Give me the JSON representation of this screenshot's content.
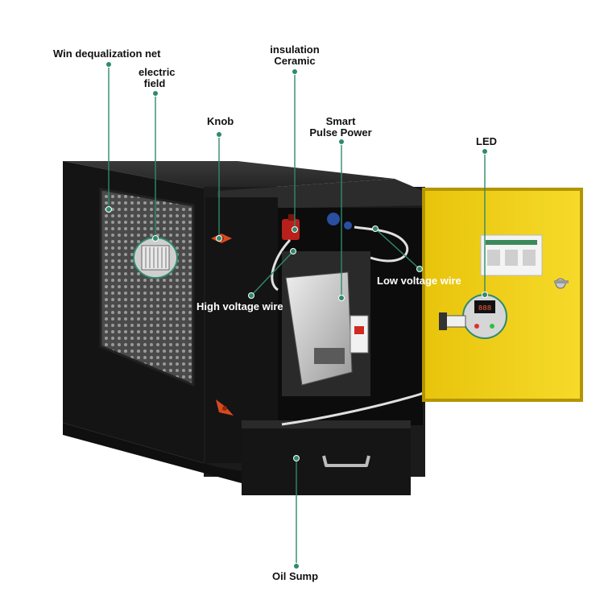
{
  "callouts": {
    "win_dequalization_net": "Win dequalization net",
    "electric_field_line1": "electric",
    "electric_field_line2": "field",
    "knob": "Knob",
    "insulation_line1": "insulation",
    "insulation_line2": "Ceramic",
    "smart_line1": "Smart",
    "smart_line2": "Pulse Power",
    "led": "LED",
    "low_voltage_wire": "Low voltage wire",
    "high_voltage_wire": "High voltage wire",
    "oil_sump": "Oil Sump"
  },
  "colors": {
    "callout_line": "#2f8a6a",
    "callout_dot": "#2f8a6a",
    "cabinet": "#161616",
    "door": "#f2d21a",
    "background": "#ffffff"
  },
  "icons": {
    "knob": "red-wing-knob-icon",
    "led_display": "digital-display-icon"
  }
}
